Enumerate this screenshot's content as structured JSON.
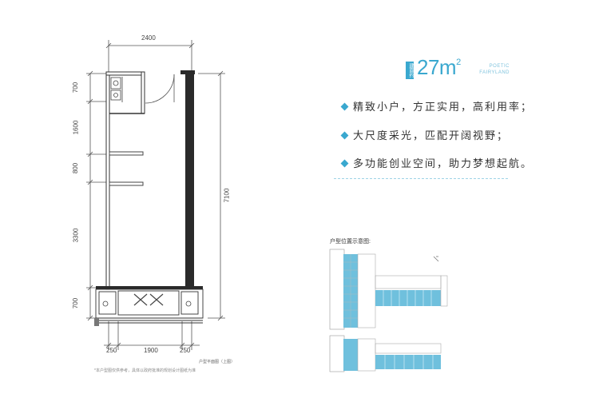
{
  "floorplan": {
    "dims": {
      "top_width": "2400",
      "left_segments": [
        "700",
        "1600",
        "800",
        "3300",
        "700"
      ],
      "right_total": "7100",
      "bottom_segments": [
        "250",
        "1900",
        "250"
      ]
    },
    "plan_caption": "户型平面图（上图）"
  },
  "header": {
    "tag": "建面约",
    "area_value": "27m",
    "area_sup": "2",
    "slogan_line1": "POETIC",
    "slogan_line2": "FAIRYLAND"
  },
  "features": [
    "精致小户，方正实用，高利用率；",
    "大尺度采光，匹配开阔视野；",
    "多功能创业空间，助力梦想起航。"
  ],
  "location": {
    "title": "户型位置示意图:"
  },
  "footnote": "*本户型图仅供参考，具体以政府批准的规划设计图纸为准",
  "colors": {
    "accent": "#3aa8cf",
    "unit_fill": "#6fc0dd",
    "wall": "#2a2a2a"
  },
  "icons": {
    "bullet": "diamond-bullet-icon",
    "compass": "compass-icon"
  }
}
